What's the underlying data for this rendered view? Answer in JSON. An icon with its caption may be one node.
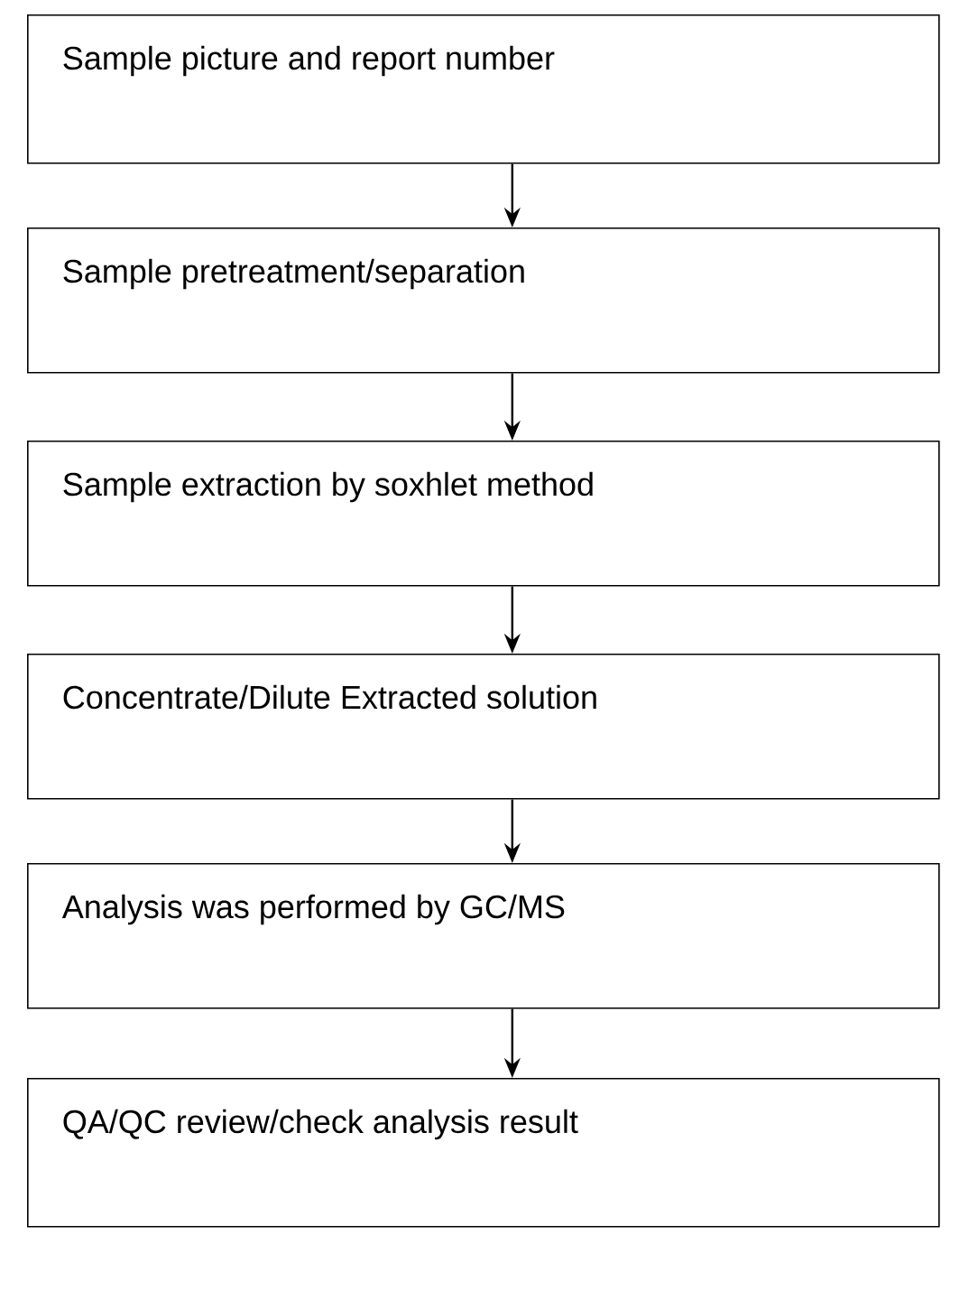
{
  "diagram": {
    "nodes": [
      {
        "text": [
          "Sample picture and report number"
        ]
      },
      {
        "text": [
          "Sample pretreatment/separation"
        ]
      },
      {
        "text": [
          "Sample extraction by soxhlet method"
        ]
      },
      {
        "text": [
          "Concentrate/Dilute Extracted solution"
        ]
      },
      {
        "text": [
          "Analysis was performed by GC/MS"
        ]
      },
      {
        "text": [
          "QA/QC review/check analysis result"
        ]
      }
    ],
    "edges": [
      {
        "from": 0,
        "to": 1,
        "arrow": "to"
      },
      {
        "from": 1,
        "to": 2,
        "arrow": "to"
      },
      {
        "from": 2,
        "to": 3,
        "arrow": "to"
      },
      {
        "from": 3,
        "to": 4,
        "arrow": "to"
      },
      {
        "from": 4,
        "to": 5,
        "arrow": "to"
      }
    ]
  }
}
